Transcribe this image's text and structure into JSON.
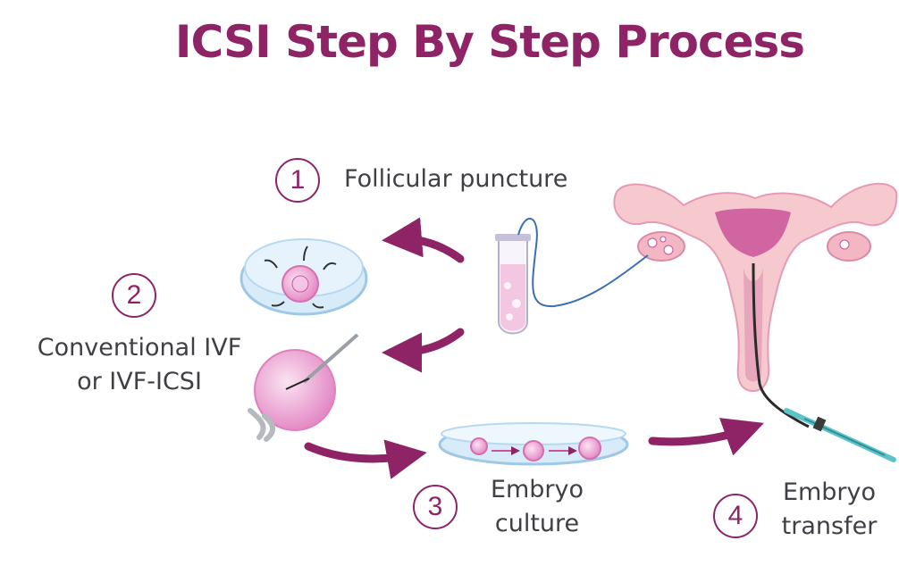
{
  "title": "ICSI Step By Step Process",
  "steps": [
    {
      "number": "1",
      "label": "Follicular puncture"
    },
    {
      "number": "2",
      "label_line1": "Conventional IVF",
      "label_line2": "or IVF-ICSI"
    },
    {
      "number": "3",
      "label_line1": "Embryo",
      "label_line2": "culture"
    },
    {
      "number": "4",
      "label_line1": "Embryo",
      "label_line2": "transfer"
    }
  ],
  "colors": {
    "accent": "#8e2466",
    "text": "#3f3f46",
    "uterus": "#f6c9cf",
    "dish": "#cfe6f6"
  }
}
